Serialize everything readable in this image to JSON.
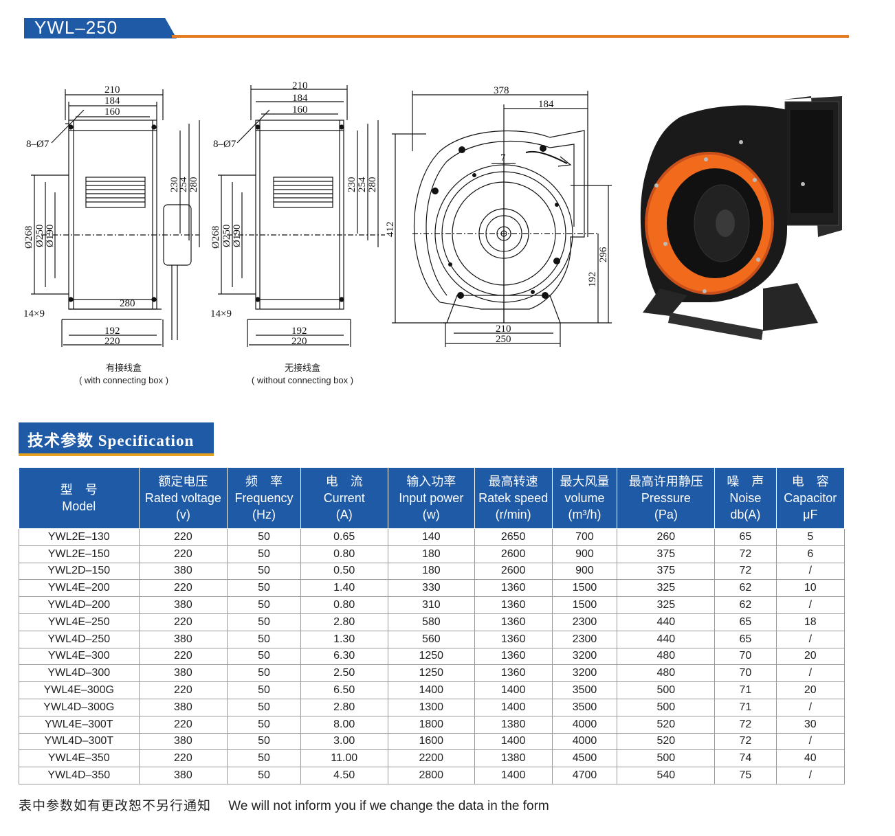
{
  "header": {
    "title": "YWL–250"
  },
  "drawings": {
    "side_view_1": {
      "dims_top": [
        "210",
        "184",
        "160"
      ],
      "hole_label": "8–Ø7",
      "dims_left": [
        "Ø268",
        "Ø250",
        "Ø190"
      ],
      "dims_right": [
        "230",
        "254",
        "280"
      ],
      "dim_280_bottom": "280",
      "slot_label": "14×9",
      "dims_bottom": [
        "192",
        "220"
      ],
      "caption_cn": "有接线盒",
      "caption_en": "( with connecting box )"
    },
    "side_view_2": {
      "dims_top": [
        "210",
        "184",
        "160"
      ],
      "hole_label": "8–Ø7",
      "dims_left": [
        "Ø268",
        "Ø250",
        "Ø190"
      ],
      "dims_right": [
        "230",
        "254",
        "280"
      ],
      "slot_label": "14×9",
      "dims_bottom": [
        "192",
        "220"
      ],
      "caption_cn": "无接线盒",
      "caption_en": "( without connecting box )"
    },
    "front_view": {
      "dim_top_total": "378",
      "dim_top_half": "184",
      "dim_left": "412",
      "dim_right_total": "296",
      "dim_right_lower": "192",
      "dims_bottom": [
        "210",
        "250"
      ],
      "small_dim": "7"
    }
  },
  "spec": {
    "heading": "技术参数 Specification",
    "columns": [
      {
        "cn": "型　号",
        "en": "Model",
        "unit": ""
      },
      {
        "cn": "额定电压",
        "en": "Rated voltage",
        "unit": "(v)"
      },
      {
        "cn": "频　率",
        "en": "Frequency",
        "unit": "(Hz)"
      },
      {
        "cn": "电　流",
        "en": "Current",
        "unit": "(A)"
      },
      {
        "cn": "输入功率",
        "en": "Input power",
        "unit": "(w)"
      },
      {
        "cn": "最高转速",
        "en": "Ratek speed",
        "unit": "(r/min)"
      },
      {
        "cn": "最大风量",
        "en": "volume",
        "unit": "(m³/h)"
      },
      {
        "cn": "最高许用静压",
        "en": "Pressure",
        "unit": "(Pa)"
      },
      {
        "cn": "噪　声",
        "en": "Noise",
        "unit": "db(A)"
      },
      {
        "cn": "电　容",
        "en": "Capacitor",
        "unit": "μF"
      }
    ],
    "rows": [
      [
        "YWL2E–130",
        "220",
        "50",
        "0.65",
        "140",
        "2650",
        "700",
        "260",
        "65",
        "5"
      ],
      [
        "YWL2E–150",
        "220",
        "50",
        "0.80",
        "180",
        "2600",
        "900",
        "375",
        "72",
        "6"
      ],
      [
        "YWL2D–150",
        "380",
        "50",
        "0.50",
        "180",
        "2600",
        "900",
        "375",
        "72",
        "/"
      ],
      [
        "YWL4E–200",
        "220",
        "50",
        "1.40",
        "330",
        "1360",
        "1500",
        "325",
        "62",
        "10"
      ],
      [
        "YWL4D–200",
        "380",
        "50",
        "0.80",
        "310",
        "1360",
        "1500",
        "325",
        "62",
        "/"
      ],
      [
        "YWL4E–250",
        "220",
        "50",
        "2.80",
        "580",
        "1360",
        "2300",
        "440",
        "65",
        "18"
      ],
      [
        "YWL4D–250",
        "380",
        "50",
        "1.30",
        "560",
        "1360",
        "2300",
        "440",
        "65",
        "/"
      ],
      [
        "YWL4E–300",
        "220",
        "50",
        "6.30",
        "1250",
        "1360",
        "3200",
        "480",
        "70",
        "20"
      ],
      [
        "YWL4D–300",
        "380",
        "50",
        "2.50",
        "1250",
        "1360",
        "3200",
        "480",
        "70",
        "/"
      ],
      [
        "YWL4E–300G",
        "220",
        "50",
        "6.50",
        "1400",
        "1400",
        "3500",
        "500",
        "71",
        "20"
      ],
      [
        "YWL4D–300G",
        "380",
        "50",
        "2.80",
        "1300",
        "1400",
        "3500",
        "500",
        "71",
        "/"
      ],
      [
        "YWL4E–300T",
        "220",
        "50",
        "8.00",
        "1800",
        "1380",
        "4000",
        "520",
        "72",
        "30"
      ],
      [
        "YWL4D–300T",
        "380",
        "50",
        "3.00",
        "1600",
        "1400",
        "4000",
        "520",
        "72",
        "/"
      ],
      [
        "YWL4E–350",
        "220",
        "50",
        "11.00",
        "2200",
        "1380",
        "4500",
        "500",
        "74",
        "40"
      ],
      [
        "YWL4D–350",
        "380",
        "50",
        "4.50",
        "2800",
        "1400",
        "4700",
        "540",
        "75",
        "/"
      ]
    ]
  },
  "footnote": {
    "cn": "表中参数如有更改恕不另行通知",
    "en": "We will not inform you if we change the data in the form"
  },
  "colors": {
    "primary_blue": "#1f5aa6",
    "accent_orange": "#e67a1e",
    "impeller_orange": "#f26b1d",
    "body_black": "#1a1a1a"
  }
}
